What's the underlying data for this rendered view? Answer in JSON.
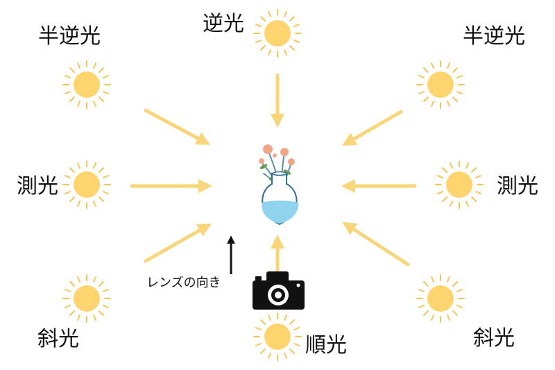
{
  "labels": {
    "top_center": "逆光",
    "top_left": "半逆光",
    "top_right": "半逆光",
    "mid_left": "測光",
    "mid_right": "測光",
    "bottom_left": "斜光",
    "bottom_right": "斜光",
    "bottom_center": "順光",
    "lens_direction": "レンズの向き"
  },
  "colors": {
    "sun_fill": "#FFD36E",
    "sun_ray": "#F3C55C",
    "arrow": "#F9D57A",
    "lens_arrow": "#111111",
    "camera": "#111111",
    "vase_water": "#8FD3EE",
    "flower_petal": "#F0A58E",
    "leaf": "#5E8FB0"
  },
  "icons": {
    "sun": "sun-icon",
    "camera": "camera-icon",
    "vase": "flower-vase-icon",
    "lens_arrow": "arrow-up-icon"
  }
}
